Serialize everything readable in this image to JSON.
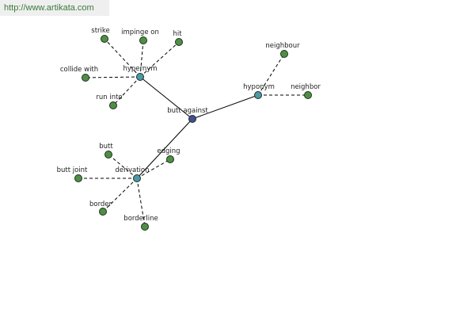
{
  "banner": {
    "url_text": "http://www.artikata.com"
  },
  "colors": {
    "center": "#3f4f93",
    "relation": "#4a9aa8",
    "leaf": "#4f8f45",
    "banner_text": "#3a7a3a",
    "banner_bg": "#efefef"
  },
  "graph": {
    "center": {
      "id": "butt-against",
      "label": "butt against"
    },
    "relations": [
      {
        "id": "hypernym",
        "label": "hypernym",
        "words": [
          "strike",
          "impinge on",
          "hit",
          "collide with",
          "run into"
        ]
      },
      {
        "id": "hyponym",
        "label": "hyponym",
        "words": [
          "neighbour",
          "neighbor"
        ]
      },
      {
        "id": "derivation",
        "label": "derivation",
        "words": [
          "butt",
          "edging",
          "butt joint",
          "border",
          "borderline"
        ]
      }
    ]
  }
}
